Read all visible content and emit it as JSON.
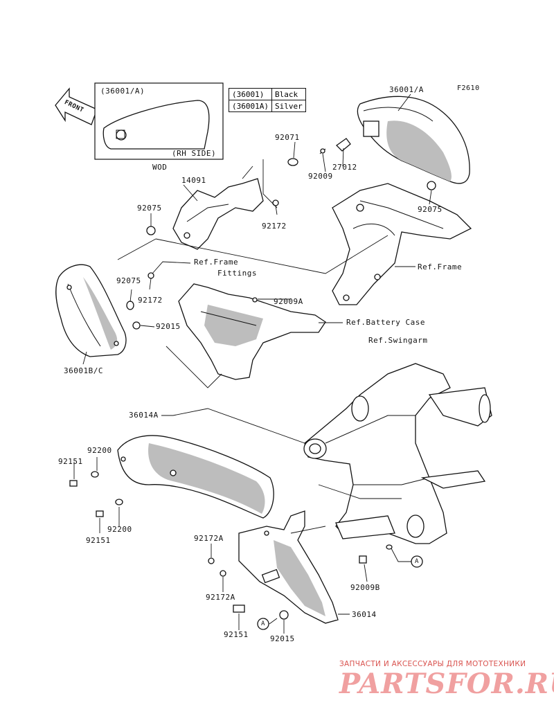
{
  "figure_code": "F2610",
  "front_label": "FRONT",
  "inset": {
    "part": "(36001/A)",
    "side": "(RH SIDE)",
    "caption": "WOD"
  },
  "legend": [
    {
      "code": "(36001)",
      "color": "Black"
    },
    {
      "code": "(36001A)",
      "color": "Silver"
    }
  ],
  "callouts": {
    "p36001A": "36001/A",
    "p92071": "92071",
    "p27012": "27012",
    "p92009": "92009",
    "p14091": "14091",
    "p92075a": "92075",
    "p92075b": "92075",
    "p92075c": "92075",
    "p92172a": "92172",
    "p92172b": "92172",
    "pRefFrameFit1": "Ref.Frame",
    "pRefFrameFit2": "Fittings",
    "pRefFrame": "Ref.Frame",
    "p92009A": "92009A",
    "p92015a": "92015",
    "pRefBattery": "Ref.Battery Case",
    "pRefSwingarm": "Ref.Swingarm",
    "p36001BC": "36001B/C",
    "p36014A": "36014A",
    "p92200a": "92200",
    "p92151a": "92151",
    "p92200b": "92200",
    "p92151b": "92151",
    "p92172A1": "92172A",
    "p92172A2": "92172A",
    "p92009B": "92009B",
    "p36014": "36014",
    "p92151c": "92151",
    "p92015b": "92015",
    "refA1": "A",
    "refA2": "A"
  },
  "footer": {
    "tagline": "ЗАПЧАСТИ И АКСЕССУАРЫ ДЛЯ МОТОТЕХНИКИ",
    "logo": "PARTSFOR.RU"
  },
  "colors": {
    "line": "#111111",
    "shade": "#bdbdbd",
    "watermark_red": "#d9534f",
    "watermark_pink": "#f0a0a0"
  }
}
